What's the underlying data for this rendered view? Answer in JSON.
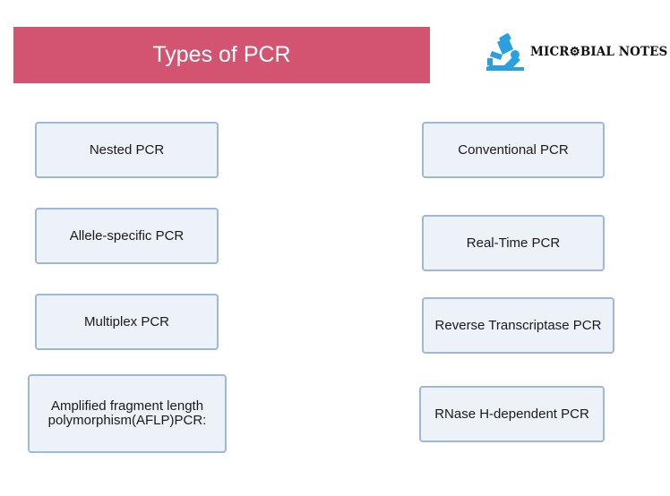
{
  "header": {
    "title": "Types of PCR"
  },
  "logo": {
    "text": "MICR⚙BIAL NOTES",
    "icon": "microscope-icon",
    "color": "#2aa0e0"
  },
  "colors": {
    "banner": "#d35470",
    "box_fill": "#edf2f9",
    "box_border": "#9fb8d9"
  },
  "left_column": [
    {
      "label": "Nested PCR"
    },
    {
      "label": "Allele-specific PCR"
    },
    {
      "label": "Multiplex PCR"
    },
    {
      "label": "Amplified fragment length polymorphism(AFLP)PCR:"
    }
  ],
  "right_column": [
    {
      "label": "Conventional PCR"
    },
    {
      "label": "Real-Time PCR"
    },
    {
      "label": "Reverse Transcriptase PCR"
    },
    {
      "label": "RNase H-dependent PCR"
    }
  ]
}
